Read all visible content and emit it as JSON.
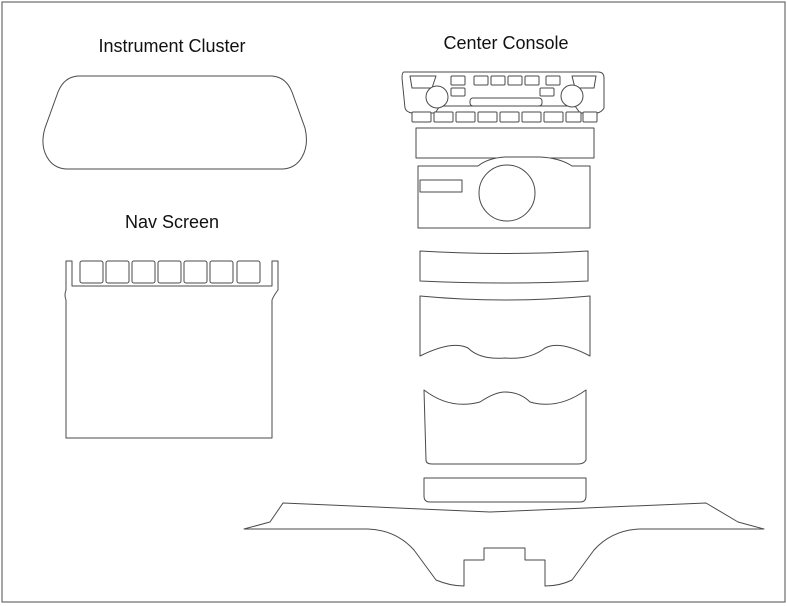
{
  "labels": {
    "instrument_cluster": "Instrument Cluster",
    "nav_screen": "Nav Screen",
    "center_console": "Center Console"
  },
  "colors": {
    "outline": "#4a4a4a",
    "frame": "#6b6b6b",
    "background": "#ffffff",
    "text": "#111111"
  }
}
